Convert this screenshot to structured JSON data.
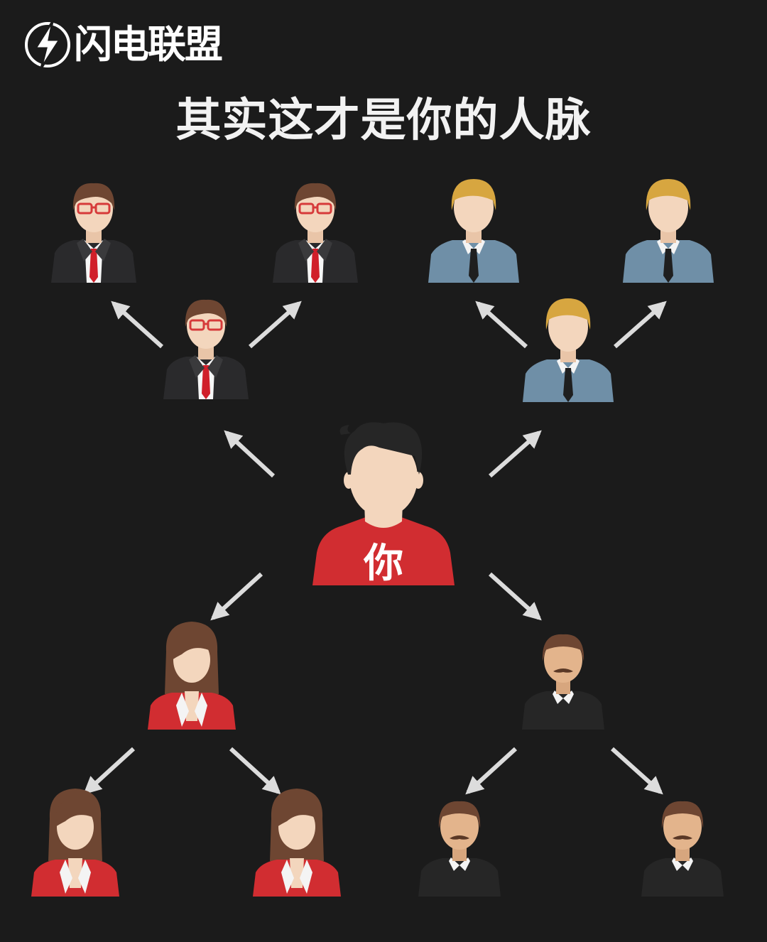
{
  "brand": {
    "logo_text": "闪电联盟",
    "logo_icon": "lightning-bolt-icon"
  },
  "title": "其实这才是你的人脉",
  "center": {
    "label": "你"
  },
  "colors": {
    "background": "#1b1b1b",
    "arrow": "#dcdcdc",
    "you_shirt": "#d12d31",
    "suit_dark": "#2a2a2c",
    "tie_red": "#d01f2a",
    "glasses_red": "#d63a3a",
    "blue_shirt": "#6f8fa7",
    "blonde_hair": "#d7a640",
    "brown_hair": "#6e4632",
    "woman_jacket": "#d12d31",
    "man_sweater": "#262626",
    "skin": "#f3d6bd",
    "skin_tan": "#e3b48c"
  },
  "nodes": {
    "you": "you-avatar",
    "upper_left_branch": "glasses-businessman",
    "upper_right_branch": "blonde-businessman",
    "lower_left_branch": "red-jacket-woman",
    "lower_right_branch": "mustache-man"
  }
}
